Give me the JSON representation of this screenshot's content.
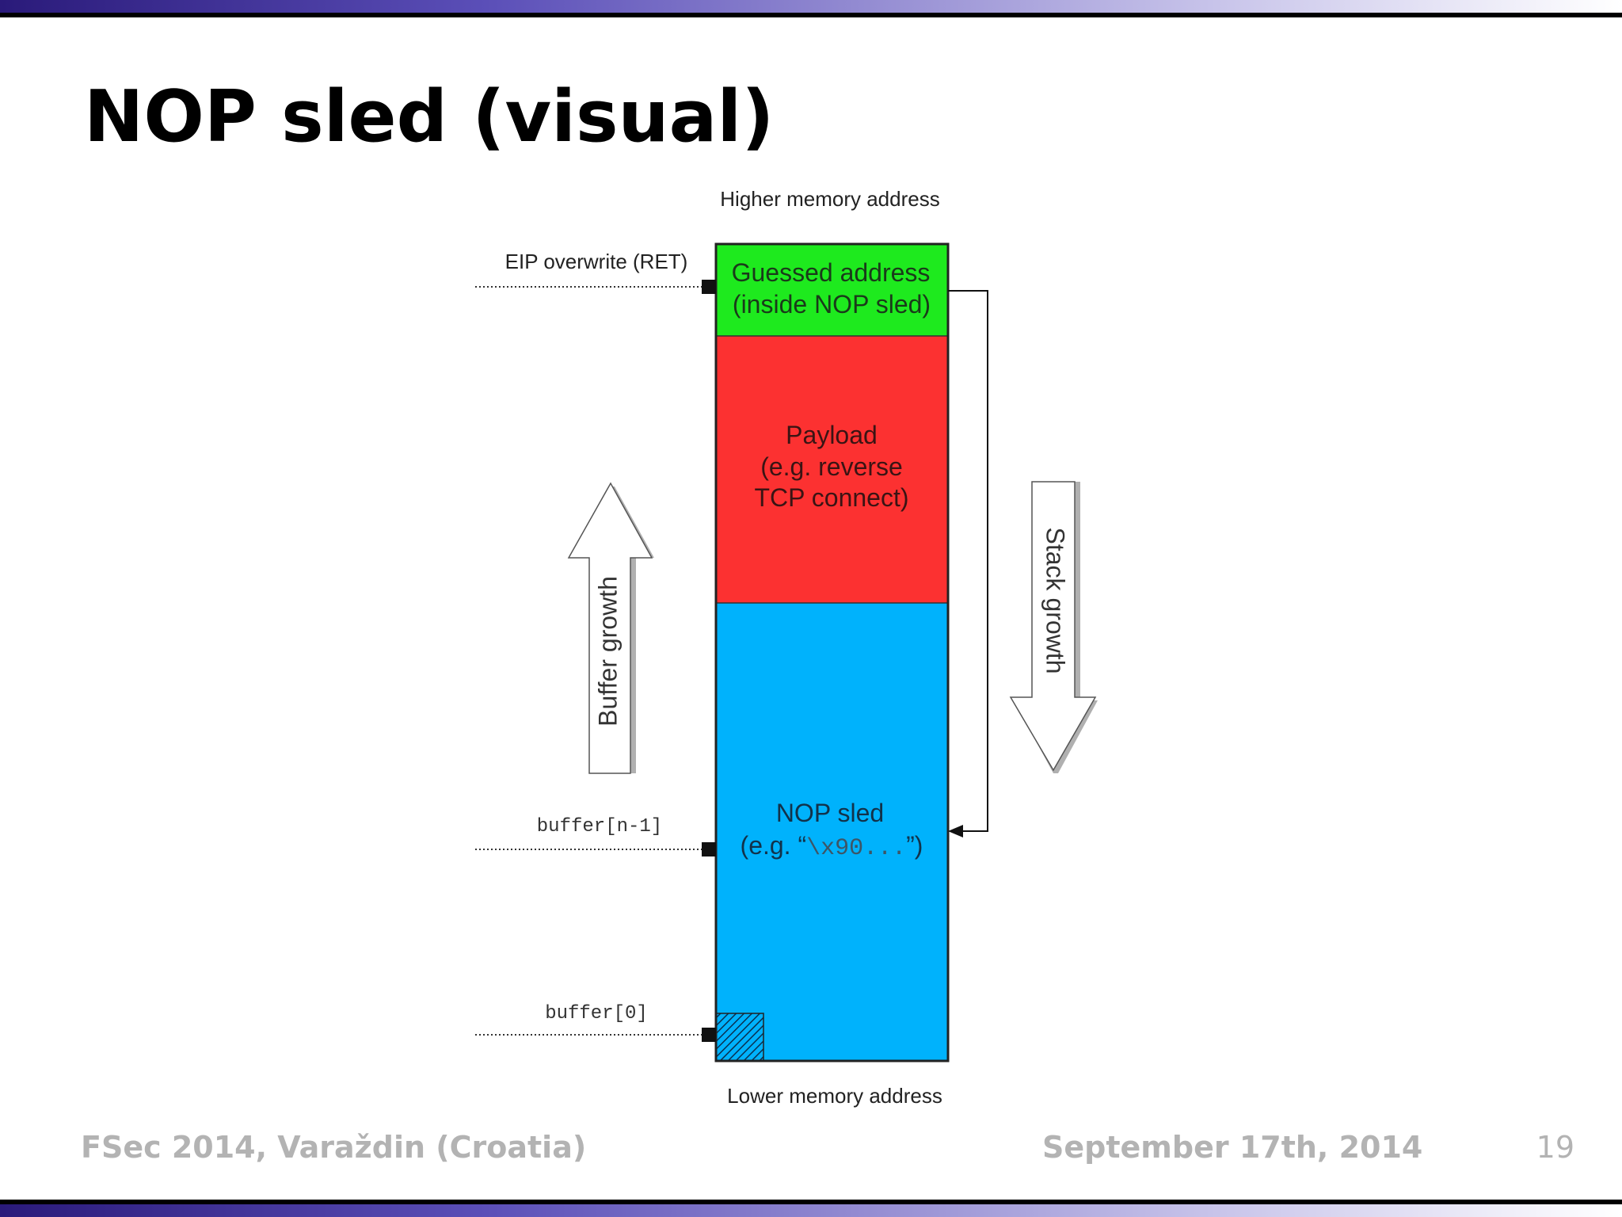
{
  "slide": {
    "title": "NOP sled (visual)",
    "footer_left": "FSec 2014, Varaždin (Croatia)",
    "footer_date": "September 17th, 2014",
    "page_number": "19"
  },
  "diagram": {
    "higher_label": "Higher memory address",
    "lower_label": "Lower memory address",
    "pointers": {
      "ret": "EIP overwrite (RET)",
      "buf_n1": "buffer[n-1]",
      "buf_0": "buffer[0]"
    },
    "blocks": {
      "guessed": {
        "line1": "Guessed address",
        "line2": "(inside NOP sled)",
        "color": "#1eea1e"
      },
      "payload": {
        "line1": "Payload",
        "line2": "(e.g. reverse",
        "line3": "TCP connect)",
        "color": "#fc3131"
      },
      "nop": {
        "line1": "NOP sled",
        "line2_prefix": "(e.g. “",
        "line2_code": "\\x90...",
        "line2_suffix": "”)",
        "color": "#00b2fc"
      }
    },
    "arrows": {
      "buffer_growth": "Buffer growth",
      "stack_growth": "Stack growth"
    }
  }
}
